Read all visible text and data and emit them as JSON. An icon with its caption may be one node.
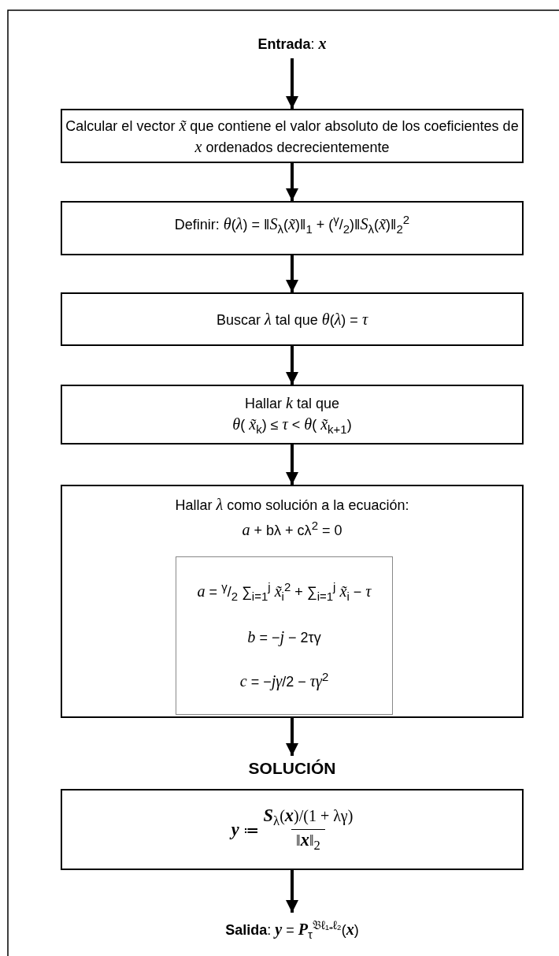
{
  "diagram": {
    "nodes": [
      {
        "text": [
          "**Entrada**: *x*"
        ]
      },
      {
        "text": [
          "Calcular el vector *x̃* que contiene el valor absoluto de los coeficientes de *x* ordenados decrecientemente"
        ]
      },
      {
        "text": [
          "Definir: *θ*(*λ*) = ‖*S*$_{λ}$(*x̃*)‖$_{1}$ + ($^{γ}$/$_{2}$)‖*S*$_{λ}$(*x̃*)‖$_{2}$$^{2}$"
        ]
      },
      {
        "text": [
          "Buscar *λ* tal que *θ*(*λ*) = *τ*"
        ]
      },
      {
        "text": [
          "Hallar *k* tal que",
          "*θ*( *x̃*$_{k}$) ≤ *τ* < *θ*( *x̃*$_{k+1}$)"
        ]
      },
      {
        "text": [
          "Hallar *λ* como solución a la ecuación:",
          "*a* + bλ + cλ$^{2}$ = 0"
        ]
      },
      {
        "text": [
          "*a* = $^{γ}$/$_{2}$ ∑$_{i=1}$$^{j}$ *x̃*$_{i}$$^{2}$ + ∑$_{i=1}$$^{j}$ *x̃*$_{i}$ − *τ*",
          "*b* = −*j* − 2τγ",
          "*c* = −*jγ*/2 − *τγ*$^{2}$"
        ],
        "in": 5
      },
      {
        "text": [
          "SOLUCIÓN",
          "*y* ≔",
          "*S*$_{λ}$(*x*)/(1 + λγ)",
          "‖*x*‖$_{2}$"
        ]
      },
      {
        "text": [
          "**Salida**: *y* = *P*$_{τ}$$^{𝔅ℓ₁₊ℓ₂}$(*x*)"
        ]
      }
    ],
    "edges": [
      {
        "from": 0,
        "to": 1,
        "arrow": "to"
      },
      {
        "from": 1,
        "to": 2,
        "arrow": "to"
      },
      {
        "from": 2,
        "to": 3,
        "arrow": "to"
      },
      {
        "from": 3,
        "to": 4,
        "arrow": "to"
      },
      {
        "from": 4,
        "to": 5,
        "arrow": "to"
      },
      {
        "from": 5,
        "to": 7,
        "arrow": "to"
      },
      {
        "from": 7,
        "to": 8,
        "arrow": "to"
      }
    ]
  }
}
